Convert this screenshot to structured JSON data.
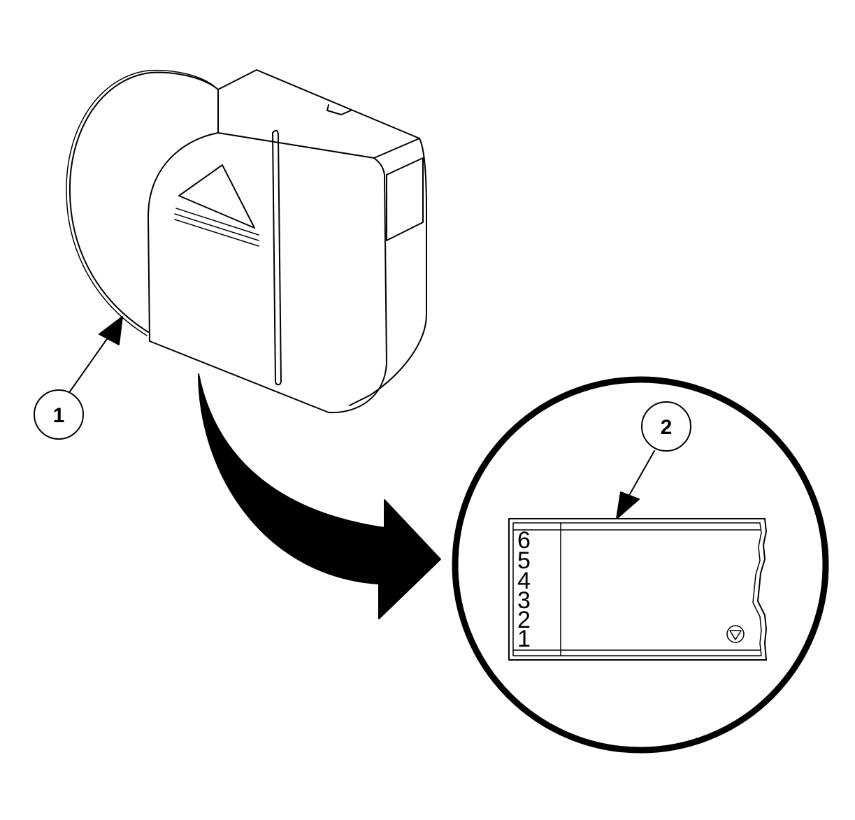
{
  "colors": {
    "stroke": "#000000",
    "background": "#ffffff"
  },
  "callouts": [
    {
      "id": "callout-1",
      "label": "1"
    },
    {
      "id": "callout-2",
      "label": "2"
    }
  ],
  "detail": {
    "scale_numbers": [
      "6",
      "5",
      "4",
      "3",
      "2",
      "1"
    ],
    "marker_icon": "triangle-down-in-circle-icon"
  }
}
